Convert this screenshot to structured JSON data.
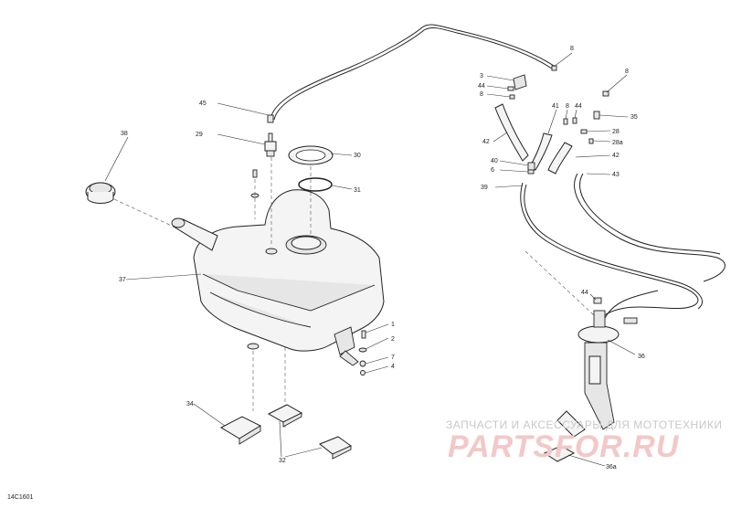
{
  "diagram": {
    "drawing_code": "14C1601",
    "callouts": [
      {
        "id": "c1",
        "label": "1"
      },
      {
        "id": "c2",
        "label": "2"
      },
      {
        "id": "c3",
        "label": "3"
      },
      {
        "id": "c4",
        "label": "4"
      },
      {
        "id": "c6",
        "label": "6"
      },
      {
        "id": "c7",
        "label": "7"
      },
      {
        "id": "c8a",
        "label": "8"
      },
      {
        "id": "c8b",
        "label": "8"
      },
      {
        "id": "c8c",
        "label": "8"
      },
      {
        "id": "c8d",
        "label": "8"
      },
      {
        "id": "c28",
        "label": "28"
      },
      {
        "id": "c28a",
        "label": "28a"
      },
      {
        "id": "c29",
        "label": "29"
      },
      {
        "id": "c30",
        "label": "30"
      },
      {
        "id": "c31",
        "label": "31"
      },
      {
        "id": "c32",
        "label": "32"
      },
      {
        "id": "c34",
        "label": "34"
      },
      {
        "id": "c35",
        "label": "35"
      },
      {
        "id": "c36",
        "label": "36"
      },
      {
        "id": "c36a",
        "label": "36a"
      },
      {
        "id": "c37",
        "label": "37"
      },
      {
        "id": "c38",
        "label": "38"
      },
      {
        "id": "c39",
        "label": "39"
      },
      {
        "id": "c40",
        "label": "40"
      },
      {
        "id": "c41",
        "label": "41"
      },
      {
        "id": "c42a",
        "label": "42"
      },
      {
        "id": "c42b",
        "label": "42"
      },
      {
        "id": "c43",
        "label": "43"
      },
      {
        "id": "c44a",
        "label": "44"
      },
      {
        "id": "c44b",
        "label": "44"
      },
      {
        "id": "c44c",
        "label": "44"
      },
      {
        "id": "c45",
        "label": "45"
      }
    ]
  },
  "watermark": {
    "tagline": "ЗАПЧАСТИ И АКСЕССУАРЫ ДЛЯ МОТОТЕХНИКИ",
    "logo": "PARTSFOR.RU"
  }
}
